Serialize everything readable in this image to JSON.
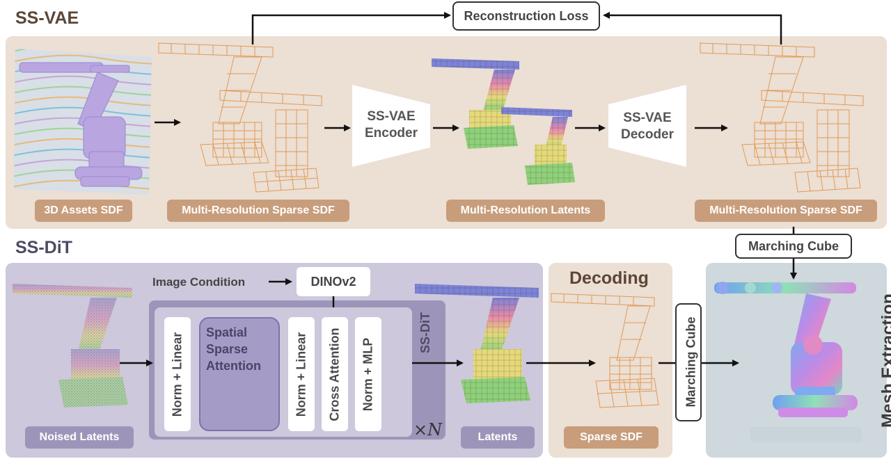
{
  "ssvae": {
    "title": "SS-VAE",
    "loss_label": "Reconstruction Loss",
    "encoder_label": "SS-VAE\nEncoder",
    "decoder_label": "SS-VAE\nDecoder",
    "labels": {
      "assets": "3D Assets SDF",
      "sparse_in": "Multi-Resolution Sparse SDF",
      "latents": "Multi-Resolution Latents",
      "sparse_out": "Multi-Resolution Sparse SDF"
    },
    "marching_cube_label": "Marching Cube"
  },
  "ssdit": {
    "title": "SS-DiT",
    "image_condition": "Image Condition",
    "dinov2": "DINOv2",
    "block_title": "SS-DiT",
    "blocks": [
      "Norm + Linear",
      "Spatial\nSparse\nAttention",
      "Norm + Linear",
      "Cross Attention",
      "Norm + MLP"
    ],
    "repeat": "×N",
    "noised_latents": "Noised Latents",
    "latents": "Latents"
  },
  "decoding": {
    "title": "Decoding",
    "sparse_sdf": "Sparse SDF",
    "marching_cube": "Marching Cube"
  },
  "mesh": {
    "title": "Mesh Extraction"
  },
  "colors": {
    "tan_panel": "#ecdfd4",
    "purple_panel": "#cdc8dc",
    "mesh_panel": "#cfd8dc",
    "voxel_orange": "#e0a060",
    "voxel_blue": "#7d83d6",
    "voxel_pink": "#e88aa8",
    "voxel_yellow": "#e6d97a",
    "voxel_green": "#8fd17a"
  }
}
